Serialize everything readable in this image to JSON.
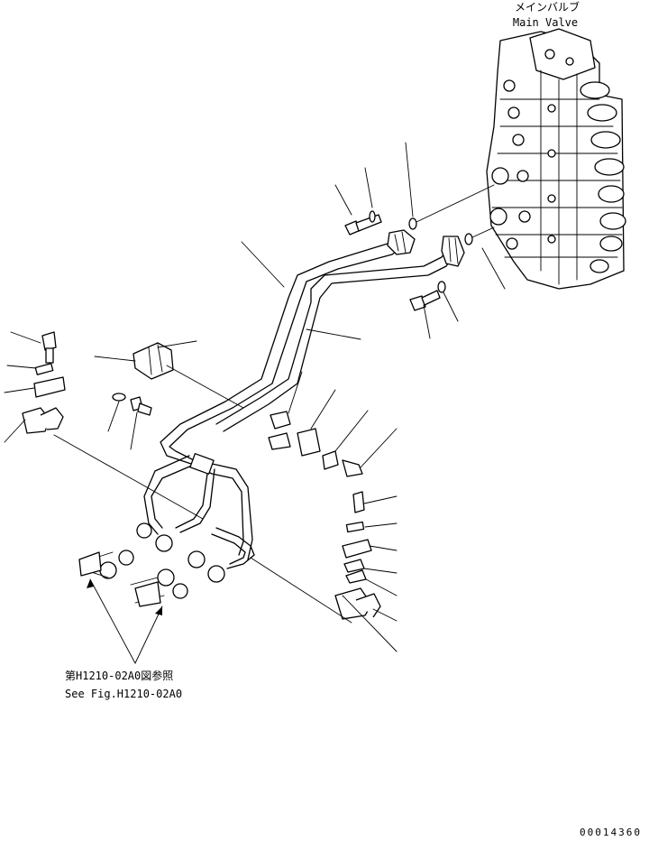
{
  "labels": {
    "main_valve_jp": "メインバルブ",
    "main_valve_en": "Main Valve",
    "ref_jp": "第H1210-02A0図参照",
    "ref_en": "See Fig.H1210-02A0",
    "drawing_number": "00014360"
  }
}
